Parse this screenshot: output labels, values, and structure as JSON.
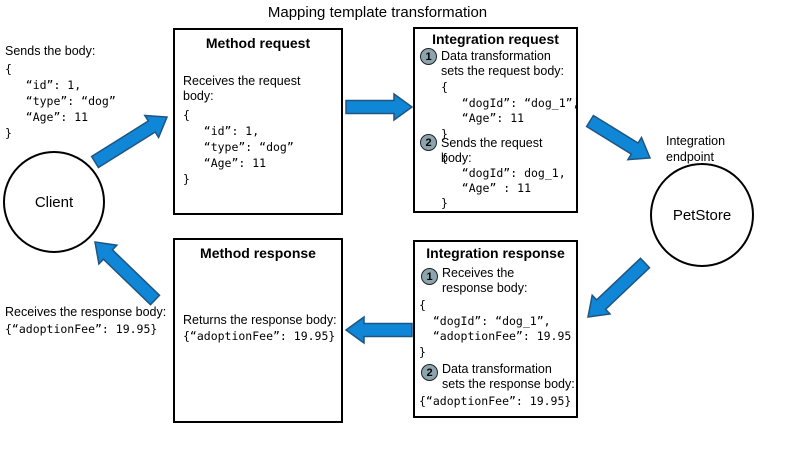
{
  "title": "Mapping template transformation",
  "client": {
    "label": "Client",
    "sends": {
      "heading": "Sends the body:",
      "code": "{\n   “id”: 1,\n   “type”: “dog”\n   “Age”: 11\n}"
    },
    "receives": {
      "heading": "Receives the response body:",
      "code": "{“adoptionFee”: 19.95}"
    }
  },
  "method_request": {
    "title": "Method request",
    "heading": "Receives the request\nbody:",
    "code": "{\n   “id”: 1,\n   “type”: “dog”\n   “Age”: 11\n}"
  },
  "integration_request": {
    "title": "Integration request",
    "steps": [
      {
        "num": "1",
        "heading": "Data transformation\nsets the request body:",
        "code": "{\n   “dogId”: “dog_1”,\n   “Age”: 11\n}"
      },
      {
        "num": "2",
        "heading": "Sends the request body:",
        "code": "{\n   “dogId”: dog_1,\n   “Age” : 11\n}"
      }
    ]
  },
  "endpoint": {
    "label": "Integration\nendpoint",
    "node_label": "PetStore"
  },
  "integration_response": {
    "title": "Integration response",
    "steps": [
      {
        "num": "1",
        "heading": "Receives the\nresponse body:",
        "code": "{\n  “dogId”: “dog_1”,\n  “adoptionFee”: 19.95\n}"
      },
      {
        "num": "2",
        "heading": "Data transformation\nsets the response body:",
        "code": "{“adoptionFee”: 19.95}"
      }
    ]
  },
  "method_response": {
    "title": "Method response",
    "heading": "Returns the response body:",
    "code": "{“adoptionFee”: 19.95}"
  },
  "colors": {
    "arrow_fill": "#1086d6",
    "arrow_stroke": "#1f5581",
    "badge_fill": "#8ca4ad"
  }
}
